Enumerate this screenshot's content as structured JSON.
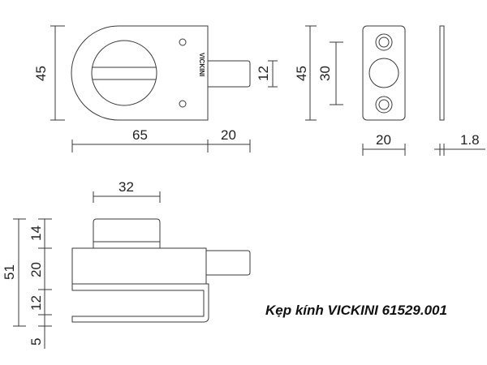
{
  "front_view": {
    "height_label": "45",
    "body_width_label": "65",
    "bolt_width_label": "20",
    "bolt_height_label": "12",
    "logo_text": "VICKINI"
  },
  "strike_plate": {
    "height_label": "45",
    "hole_spacing_label": "30",
    "width_label": "20",
    "thickness_label": "1.8"
  },
  "side_view": {
    "knob_width_label": "32",
    "total_height_label": "51",
    "segments": [
      "14",
      "20",
      "12",
      "5"
    ]
  },
  "caption": "Kẹp kính VICKINI 61529.001"
}
